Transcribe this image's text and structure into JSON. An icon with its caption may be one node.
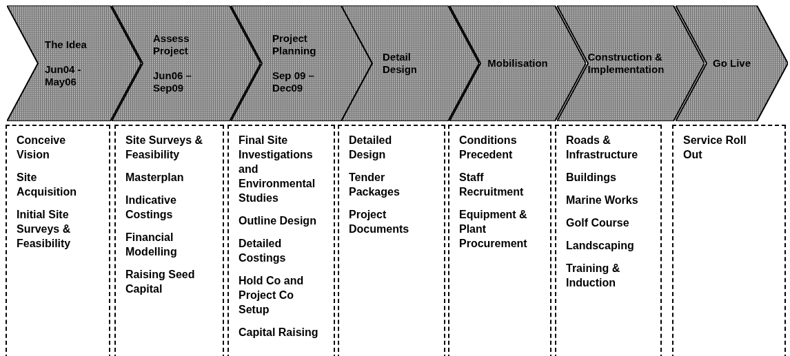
{
  "diagram": {
    "nodes": [
      {
        "text": [
          "The Idea",
          "Jun04 - May06"
        ]
      },
      {
        "text": [
          "Assess Project",
          "Jun06 – Sep09"
        ]
      },
      {
        "text": [
          "Project Planning",
          "Sep 09 – Dec09"
        ]
      },
      {
        "text": [
          "Detail Design"
        ]
      },
      {
        "text": [
          "Mobilisation"
        ]
      },
      {
        "text": [
          "Construction & Implementation"
        ]
      },
      {
        "text": [
          "Go Live"
        ]
      },
      {
        "text": [
          "Conceive Vision",
          "Site Acquisition",
          "Initial Site Surveys & Feasibility"
        ]
      },
      {
        "text": [
          "Site Surveys & Feasibility",
          "Masterplan",
          "Indicative Costings",
          "Financial Modelling",
          "Raising Seed Capital"
        ]
      },
      {
        "text": [
          "Final Site Investigations and Environmental Studies",
          "Outline Design",
          "Detailed Costings",
          "Hold Co and Project Co Setup",
          "Capital Raising"
        ]
      },
      {
        "text": [
          "Detailed Design",
          "Tender Packages",
          "Project Documents"
        ]
      },
      {
        "text": [
          "Conditions Precedent",
          "Staff Recruitment",
          "Equipment & Plant Procurement"
        ]
      },
      {
        "text": [
          "Roads & Infrastructure",
          "Buildings",
          "Marine Works",
          "Golf Course",
          "Landscaping",
          "Training & Induction"
        ]
      },
      {
        "text": [
          "Service Roll Out"
        ]
      }
    ]
  }
}
